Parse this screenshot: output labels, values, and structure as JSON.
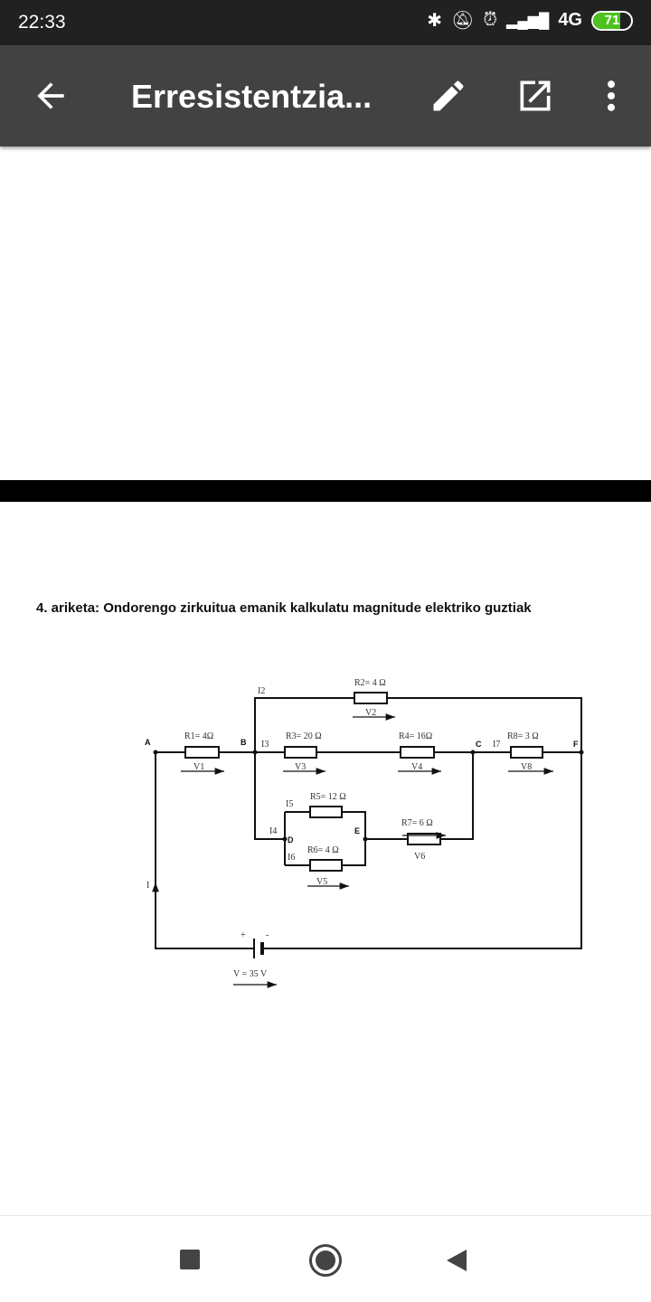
{
  "status": {
    "time": "22:33",
    "network": "4G",
    "battery": "71",
    "battery_level": 71,
    "battery_color": "#4cc21f"
  },
  "appbar": {
    "title": "Erresistentzia..."
  },
  "document": {
    "heading": "4. ariketa: Ondorengo zirkuitua emanik kalkulatu magnitude elektriko guztiak",
    "circuit": {
      "nodes": {
        "A": "A",
        "B": "B",
        "C": "C",
        "D": "D",
        "E": "E",
        "F": "F"
      },
      "resistors": {
        "R1": "R1= 4Ω",
        "R2": "R2= 4 Ω",
        "R3": "R3= 20 Ω",
        "R4": "R4= 16Ω",
        "R5": "R5= 12 Ω",
        "R6": "R6= 4  Ω",
        "R7": "R7= 6 Ω",
        "R8": "R8= 3  Ω"
      },
      "voltages": {
        "V1": "V1",
        "V2": "V2",
        "V3": "V3",
        "V4": "V4",
        "V5": "V5",
        "V6": "V6",
        "V8": "V8"
      },
      "currents": {
        "I": "I",
        "I2": "I2",
        "I3": "I3",
        "I4": "I4",
        "I5": "I5",
        "I6": "I6",
        "I7": "I7"
      },
      "source": {
        "label": "V = 35 V",
        "plus": "+",
        "minus": "-"
      }
    }
  }
}
